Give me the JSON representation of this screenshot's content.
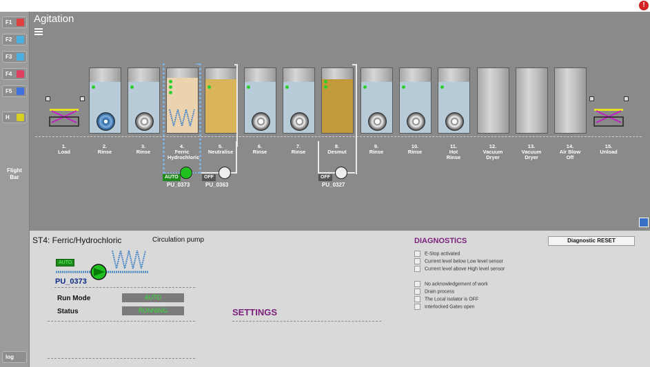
{
  "page_title": "Agitation",
  "sidebar": {
    "buttons": [
      {
        "label": "F1",
        "icon": "home-icon",
        "color": "#e04040"
      },
      {
        "label": "F2",
        "icon": "document-icon",
        "color": "#4ab0e0"
      },
      {
        "label": "F3",
        "icon": "layers-icon",
        "color": "#4ab0e0"
      },
      {
        "label": "F4",
        "icon": "alarm-icon",
        "color": "#e04060"
      },
      {
        "label": "F5",
        "icon": "target-icon",
        "color": "#4070e0"
      },
      {
        "label": "H",
        "icon": "help-icon",
        "color": "#d8d020"
      }
    ],
    "flight_bar": "Flight Bar",
    "log": "log"
  },
  "stations": [
    {
      "num": "1.",
      "name": "Load"
    },
    {
      "num": "2.",
      "name": "Rinse"
    },
    {
      "num": "3.",
      "name": "Rinse"
    },
    {
      "num": "4.",
      "name": "Ferric Hydrochloric"
    },
    {
      "num": "5.",
      "name": "Neutralise"
    },
    {
      "num": "6.",
      "name": "Rinse"
    },
    {
      "num": "7.",
      "name": "Rinse"
    },
    {
      "num": "8.",
      "name": "Desmut"
    },
    {
      "num": "9.",
      "name": "Rinse"
    },
    {
      "num": "10.",
      "name": "Rinse"
    },
    {
      "num": "11.",
      "name": "Hot Rinse"
    },
    {
      "num": "12.",
      "name": "Vacuum Dryer"
    },
    {
      "num": "13.",
      "name": "Vacuum Dryer"
    },
    {
      "num": "14.",
      "name": "Air Blow Off"
    },
    {
      "num": "15.",
      "name": "Unload"
    }
  ],
  "pumps": [
    {
      "name": "PU_0373",
      "mode": "AUTO",
      "color": "#20c020"
    },
    {
      "name": "PU_0363",
      "mode": "OFF",
      "color": "#eeeeee"
    },
    {
      "name": "PU_0327",
      "mode": "OFF",
      "color": "#eeeeee"
    }
  ],
  "detail": {
    "station": "ST4: Ferric/Hydrochloric",
    "subtitle": "Circulation pump",
    "pump_mode": "AUTO",
    "pump_name": "PU_0373",
    "run_mode_label": "Run Mode",
    "run_mode_value": "AUTO",
    "status_label": "Status",
    "status_value": "RUNNING"
  },
  "settings_title": "SETTINGS",
  "diagnostics": {
    "title": "DIAGNOSTICS",
    "reset_label": "Diagnostic RESET",
    "items": [
      "E-Stop activated",
      "Current level below Low level sensor",
      "Current level above High level sensor",
      "No acknowledgement of work",
      "Drain process",
      "The Local isolator is OFF",
      "Interlocked Gates open"
    ]
  },
  "colors": {
    "panel": "#8a8a8a",
    "tank_water": "#b7cbd9",
    "tank_ferric": "#ecd3b0",
    "tank_neutral": "#d9b45a",
    "tank_desmut": "#c29a3a"
  }
}
